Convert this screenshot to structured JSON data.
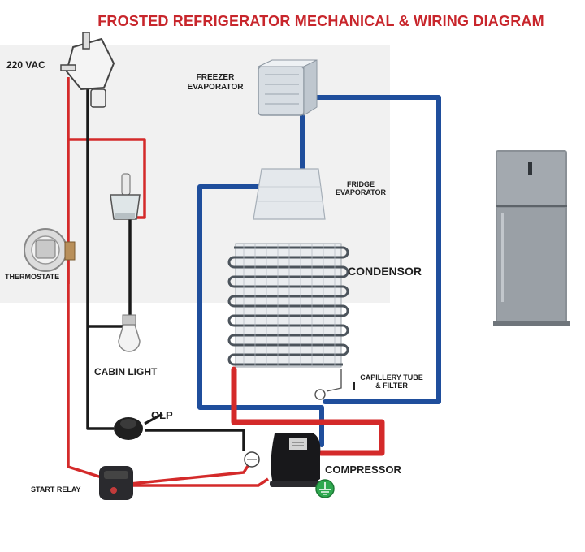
{
  "title": "FROSTED REFRIGERATOR MECHANICAL & WIRING DIAGRAM",
  "labels": {
    "power": "220 VAC",
    "freezer_evaporator": [
      "FREEZER",
      "EVAPORATOR"
    ],
    "fridge_evaporator": [
      "FRIDGE",
      "EVAPORATOR"
    ],
    "condensor": "CONDENSOR",
    "thermostat": "THERMOSTATE",
    "cabin_light": "CABIN LIGHT",
    "olp": "OLP",
    "capillary": [
      "CAPILLERY TUBE",
      "& FILTER"
    ],
    "compressor": "COMPRESSOR",
    "start_relay": "START RELAY"
  },
  "colors": {
    "title": "#c8262c",
    "live_wire": "#d42a2a",
    "neutral_wire": "#1a1a1a",
    "suction_line": "#1f4e9c",
    "discharge_line": "#d42a2a",
    "ground": "#2fa84f",
    "panel": "#f1f1f1"
  }
}
